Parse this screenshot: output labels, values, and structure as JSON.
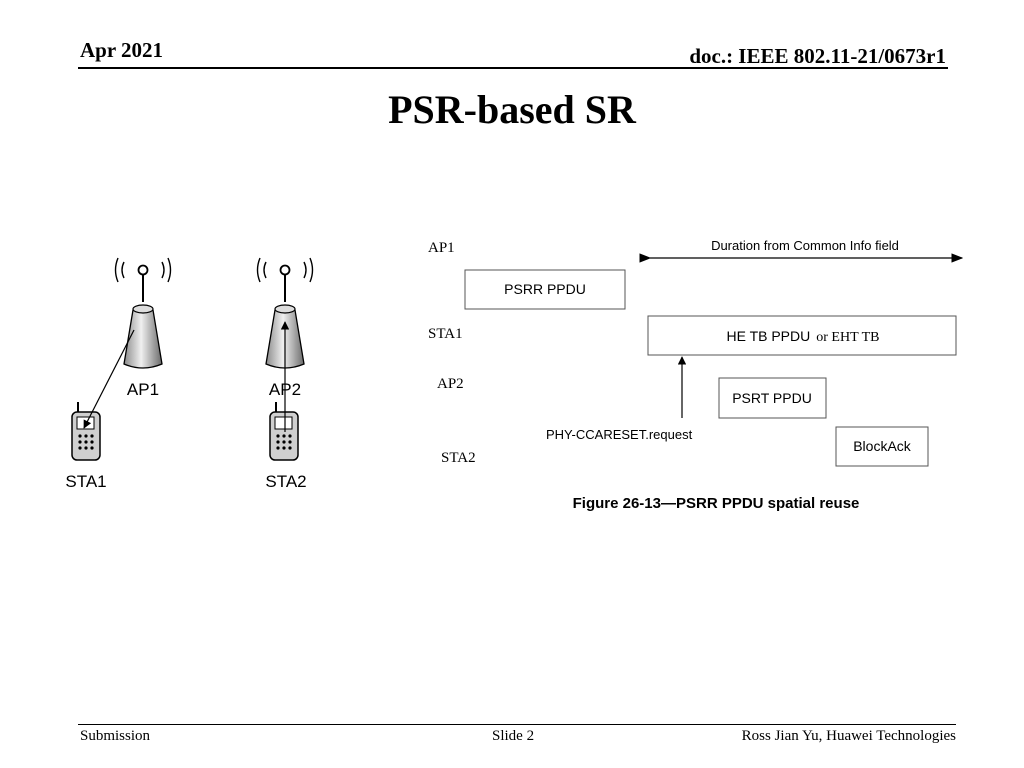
{
  "header": {
    "date": "Apr 2021",
    "doc": "doc.: IEEE 802.11-21/0673r1"
  },
  "title": "PSR-based SR",
  "network": {
    "ap1_label": "AP1",
    "ap2_label": "AP2",
    "sta1_label": "STA1",
    "sta2_label": "STA2"
  },
  "figure": {
    "row_ap1": "AP1",
    "row_sta1": "STA1",
    "row_ap2": "AP2",
    "row_sta2": "STA2",
    "duration_label": "Duration from Common Info field",
    "psrr": "PSRR PPDU",
    "he_tb": "HE TB PPDU",
    "eht_suffix": "or EHT TB",
    "psrt": "PSRT PPDU",
    "blockack": "BlockAck",
    "phy_cca": "PHY-CCARESET.request",
    "caption": "Figure 26-13—PSRR PPDU spatial reuse"
  },
  "footer": {
    "left": "Submission",
    "center": "Slide 2",
    "right": "Ross Jian Yu, Huawei Technologies"
  }
}
